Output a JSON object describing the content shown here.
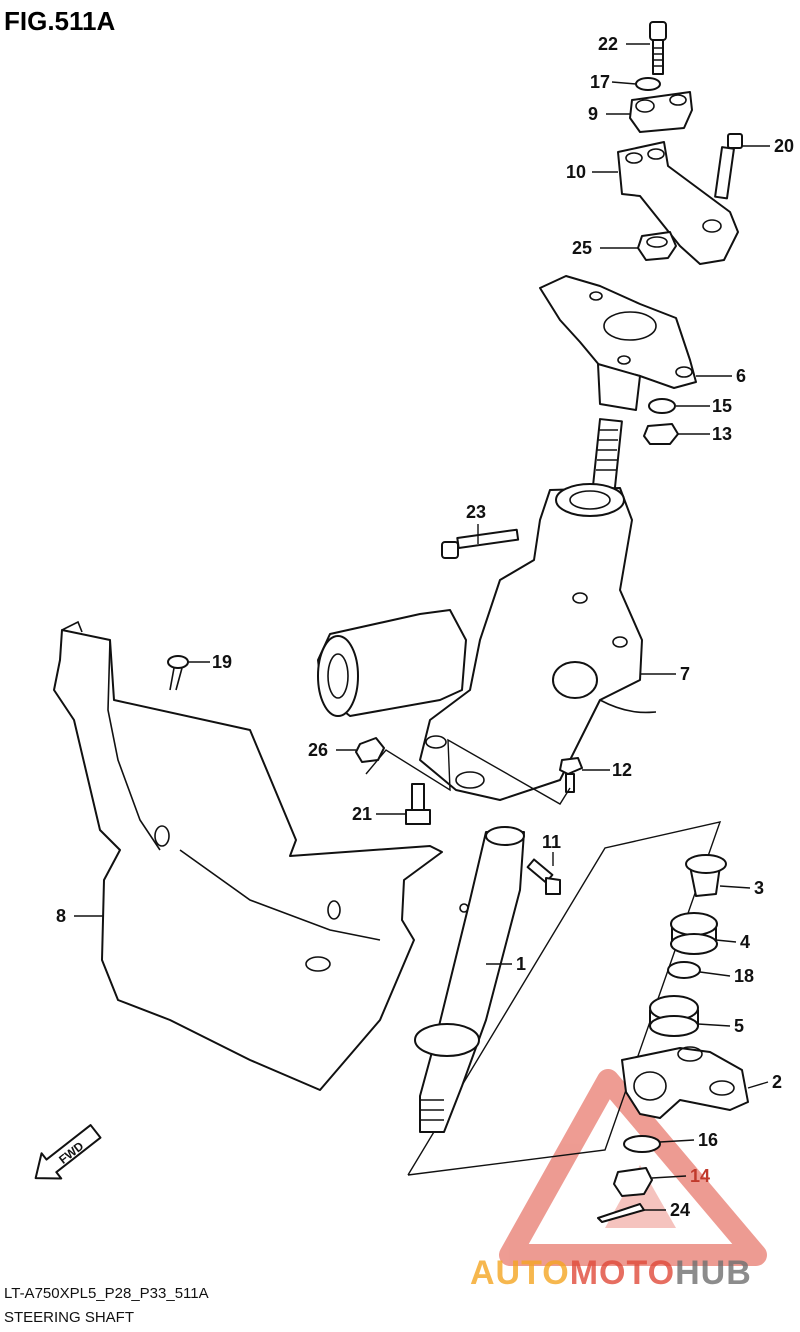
{
  "figure_title": "FIG.511A",
  "footer": {
    "model_code": "LT-A750XPL5_P28_P33_511A",
    "caption": "STEERING SHAFT"
  },
  "fwd_label": "FWD",
  "watermark": {
    "part1": "AUTO",
    "part2": "MOTO",
    "part3": "HUB",
    "colors": {
      "auto": "#f5a623",
      "moto": "#e04a3a",
      "hub": "#707070",
      "triangle": "#e04a3a"
    }
  },
  "callouts": {
    "c1": "1",
    "c2": "2",
    "c3": "3",
    "c4": "4",
    "c5": "5",
    "c6": "6",
    "c7": "7",
    "c8": "8",
    "c9": "9",
    "c10": "10",
    "c11": "11",
    "c12": "12",
    "c13": "13",
    "c14": "14",
    "c15": "15",
    "c16": "16",
    "c17": "17",
    "c18": "18",
    "c19": "19",
    "c20": "20",
    "c21": "21",
    "c22": "22",
    "c23": "23",
    "c24": "24",
    "c25": "25",
    "c26": "26"
  },
  "icons": {
    "fwd": "fwd-arrow-icon",
    "logo": "automotohub-triangle-icon"
  }
}
